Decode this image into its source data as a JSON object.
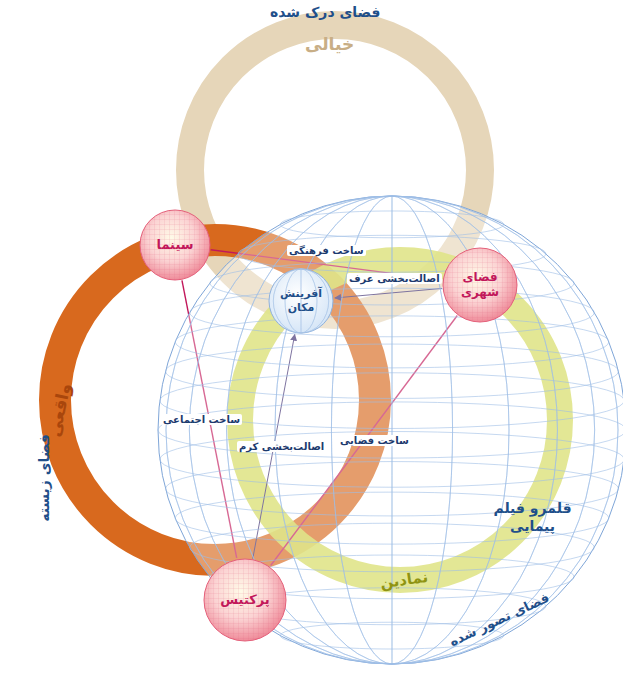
{
  "diagram": {
    "nodes": [
      {
        "text": [
          "قلمرو فیلم پیمایی"
        ]
      },
      {
        "text": [
          "سینما"
        ]
      },
      {
        "text": [
          "فضای شهری"
        ]
      },
      {
        "text": [
          "پرکتیس"
        ]
      },
      {
        "text": [
          "آفرینش مکان"
        ],
        "in": 0
      }
    ],
    "edges": [
      {
        "from": 1,
        "to": 2,
        "label": "ساخت فرهنگی",
        "arrow": "none"
      },
      {
        "from": 1,
        "to": 3,
        "label": "ساخت اجتماعی",
        "arrow": "none"
      },
      {
        "from": 2,
        "to": 3,
        "label": "ساخت فضایی",
        "arrow": "none"
      },
      {
        "from": 2,
        "to": 4,
        "label": "اصالت‌بخشی عرف",
        "arrow": "to"
      },
      {
        "from": 3,
        "to": 4,
        "label": "اصالت‌بخشی کرم",
        "arrow": "to"
      }
    ],
    "labels": [
      "فضای درک شده",
      "خیالی",
      "واقعی",
      "فضای زیسته",
      "نمادین",
      "فضای تصور شده"
    ]
  }
}
